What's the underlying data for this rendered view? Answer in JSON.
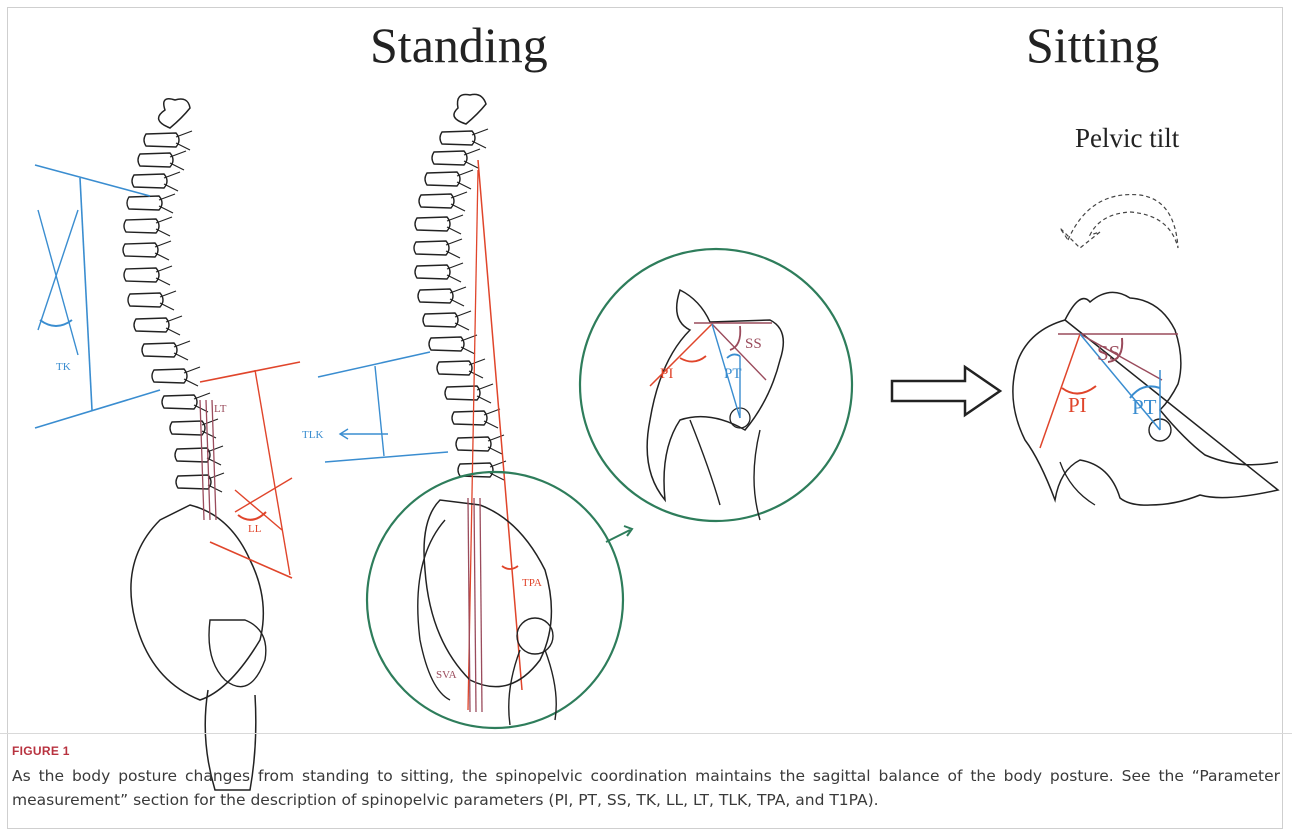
{
  "figure": {
    "titles": {
      "standing": "Standing",
      "sitting": "Sitting",
      "pelvic_tilt": "Pelvic tilt"
    },
    "labels": {
      "tk": "TK",
      "lt": "LT",
      "ll": "LL",
      "tlk": "TLK",
      "tpa": "TPA",
      "sva": "SVA",
      "ss": "SS",
      "pi": "PI",
      "pt": "PT",
      "ss_sit": "SS",
      "pi_sit": "PI",
      "pt_sit": "PT"
    },
    "colors": {
      "blue": "#3a8dd0",
      "red": "#e0452b",
      "mauve": "#9a4b5c",
      "green": "#2e7d5b",
      "outline": "#222222"
    },
    "icons": [
      "spine-drawing",
      "pelvis-drawing",
      "circle-zoom",
      "right-arrow-icon",
      "curved-arrow-icon"
    ]
  },
  "caption": {
    "label": "FIGURE 1",
    "text": "As the body posture changes from standing to sitting, the spinopelvic coordination maintains the sagittal balance of the body posture. See the “Parameter measurement” section for the description of spinopelvic parameters (PI, PT, SS, TK, LL, LT, TLK, TPA, and T1PA)."
  }
}
